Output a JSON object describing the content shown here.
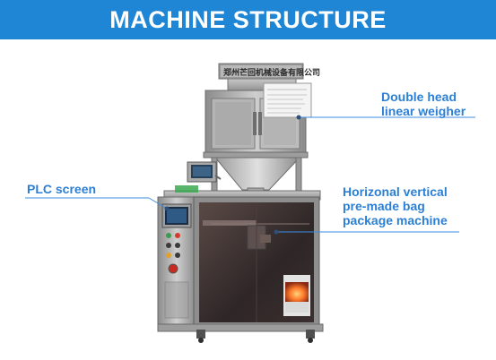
{
  "header": {
    "title": "MACHINE STRUCTURE"
  },
  "machine": {
    "nameplate": "郑州芒回机械设备有限公司"
  },
  "callouts": {
    "weigher": {
      "line1": "Double head",
      "line2": "linear weigher"
    },
    "plc": {
      "line1": "PLC screen"
    },
    "packer": {
      "line1": "Horizonal vertical",
      "line2": "pre-made bag",
      "line3": "package machine"
    }
  },
  "colors": {
    "banner": "#1f86d6",
    "callout_text": "#2b7fd4",
    "leader_line": "#3a8de0"
  }
}
